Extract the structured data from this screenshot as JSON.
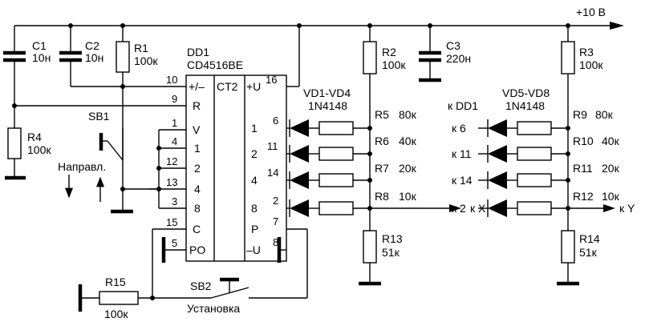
{
  "supply": "+10 В",
  "ic": {
    "ref": "DD1",
    "part": "CD4516BE",
    "type": "CT2",
    "left_pins": [
      {
        "num": "10",
        "name": "+/–"
      },
      {
        "num": "9",
        "name": "R"
      },
      {
        "num": "1",
        "name": "V"
      },
      {
        "num": "4",
        "name": "1"
      },
      {
        "num": "12",
        "name": "2"
      },
      {
        "num": "13",
        "name": "4"
      },
      {
        "num": "3",
        "name": "8"
      },
      {
        "num": "15",
        "name": "C"
      },
      {
        "num": "5",
        "name": "PO"
      }
    ],
    "right_pins": [
      {
        "num": "16",
        "name": "+U"
      },
      {
        "num": "6",
        "name": "1"
      },
      {
        "num": "11",
        "name": "2"
      },
      {
        "num": "14",
        "name": "4"
      },
      {
        "num": "2",
        "name": "8"
      },
      {
        "num": "7",
        "name": "P"
      },
      {
        "num": "8",
        "name": "–U"
      }
    ]
  },
  "capacitors": [
    {
      "ref": "C1",
      "value": "10н"
    },
    {
      "ref": "C2",
      "value": "10н"
    },
    {
      "ref": "C3",
      "value": "220н"
    }
  ],
  "resistors": {
    "R1": {
      "ref": "R1",
      "value": "100к"
    },
    "R2": {
      "ref": "R2",
      "value": "100к"
    },
    "R3": {
      "ref": "R3",
      "value": "100к"
    },
    "R4": {
      "ref": "R4",
      "value": "100к"
    },
    "R13": {
      "ref": "R13",
      "value": "51к"
    },
    "R14": {
      "ref": "R14",
      "value": "51к"
    },
    "R15": {
      "ref": "R15",
      "value": "100к"
    }
  },
  "ladder_x": [
    {
      "ref": "R5",
      "value": "80к"
    },
    {
      "ref": "R6",
      "value": "40к"
    },
    {
      "ref": "R7",
      "value": "20к"
    },
    {
      "ref": "R8",
      "value": "10к"
    }
  ],
  "ladder_y": [
    {
      "ref": "R9",
      "value": "80к"
    },
    {
      "ref": "R10",
      "value": "40к"
    },
    {
      "ref": "R11",
      "value": "20к"
    },
    {
      "ref": "R12",
      "value": "10к"
    }
  ],
  "diodes_x": {
    "ref": "VD1-VD4",
    "part": "1N4148"
  },
  "diodes_y": {
    "ref": "VD5-VD8",
    "part": "1N4148"
  },
  "y_inputs_header": "к DD1",
  "y_inputs": [
    "к 6",
    "к 11",
    "к 14",
    "к 2"
  ],
  "out_x": "к X",
  "out_y": "к Y",
  "sb1": {
    "ref": "SB1",
    "caption": "Направл."
  },
  "sb2": {
    "ref": "SB2",
    "caption": "Установка"
  }
}
